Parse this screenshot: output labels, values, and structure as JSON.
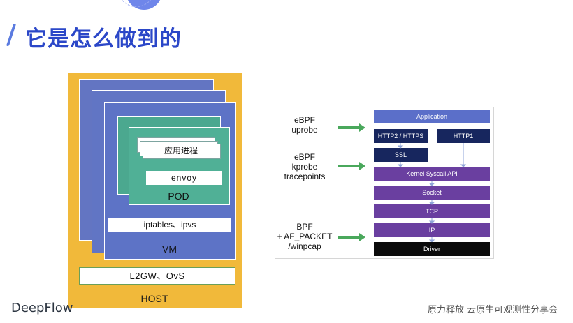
{
  "title": "它是怎么做到的",
  "footer": {
    "logo": "DeepFlow",
    "tagline": "原力释放 云原生可观测性分享会"
  },
  "left_diagram": {
    "host": "HOST",
    "l2gw": "L2GW、OvS",
    "vm": "VM",
    "iptables": "iptables、ipvs",
    "pod": "POD",
    "app_process": "应用进程",
    "envoy": "envoy"
  },
  "right_diagram": {
    "probe_labels": [
      {
        "line1": "eBPF",
        "line2": "uprobe"
      },
      {
        "line1": "eBPF",
        "line2": "kprobe",
        "line3": "tracepoints"
      },
      {
        "line1": "BPF",
        "line2": "+ AF_PACKET",
        "line3": "/winpcap"
      }
    ],
    "layers": {
      "application": "Application",
      "http2": "HTTP2 / HTTPS",
      "http1": "HTTP1",
      "ssl": "SSL",
      "syscall": "Kernel Syscall API",
      "socket": "Socket",
      "tcp": "TCP",
      "ip": "IP",
      "driver": "Driver"
    },
    "colors": {
      "application": "#5b6fc9",
      "http": "#17265e",
      "kernel": "#6a3fa0",
      "driver": "#0b0b0b",
      "arrow": "#4aa85c"
    }
  }
}
